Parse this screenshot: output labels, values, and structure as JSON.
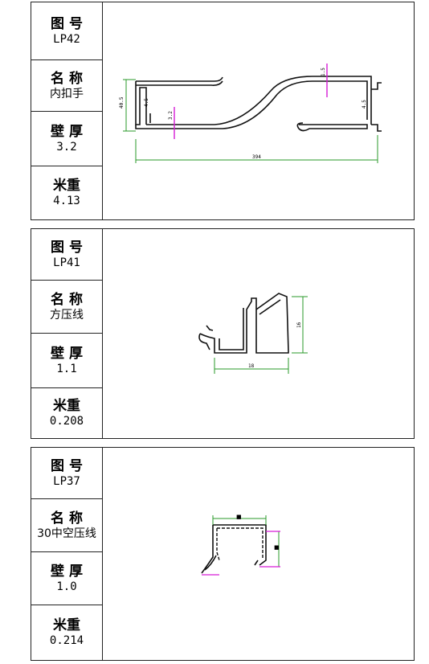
{
  "labels": {
    "drawing_no": "图 号",
    "name": "名 称",
    "wall": "壁 厚",
    "weight": "米重"
  },
  "profiles": [
    {
      "code": "LP42",
      "name": "内扣手",
      "wall": "3.2",
      "weight": "4.13",
      "dims": {
        "length": "394",
        "height": "40.5",
        "wall_a": "3.2",
        "wall_b": "1.5",
        "wall_c": "4.5",
        "wall_d": "4.5"
      }
    },
    {
      "code": "LP41",
      "name": "方压线",
      "wall": "1.1",
      "weight": "0.208",
      "dims": {
        "width": "18",
        "height": "16"
      }
    },
    {
      "code": "LP37",
      "name": "30中空压线",
      "wall": "1.0",
      "weight": "0.214",
      "dims": {
        "width": "■",
        "height": "■"
      }
    }
  ]
}
